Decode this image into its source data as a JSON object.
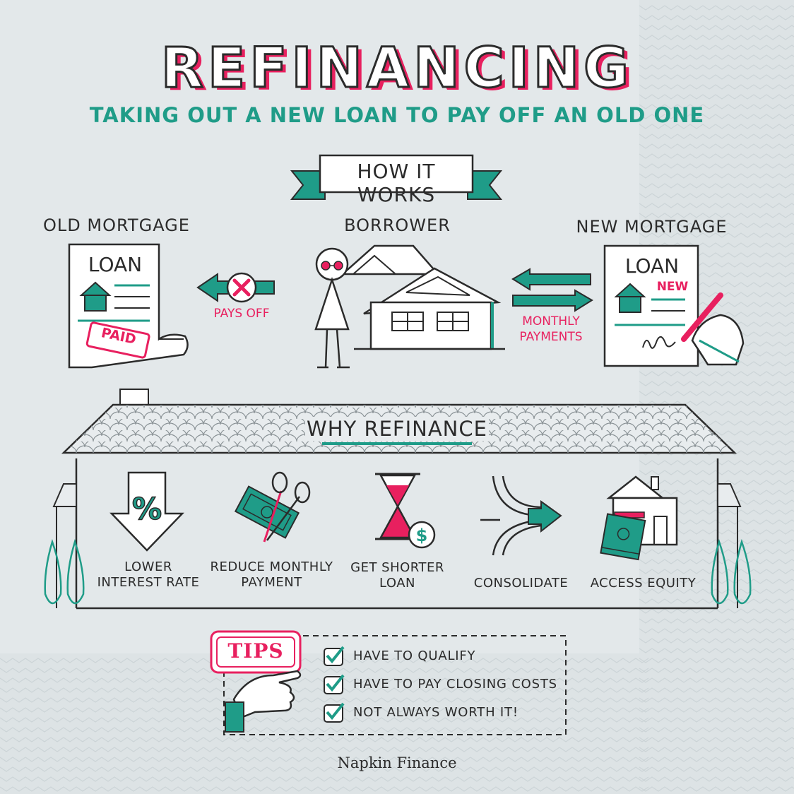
{
  "header": {
    "title": "REFINANCING",
    "subtitle": "TAKING OUT A NEW LOAN TO PAY OFF AN OLD ONE"
  },
  "how_it_works": {
    "banner": "HOW IT WORKS",
    "old_mortgage": {
      "label": "OLD MORTGAGE",
      "doc_title": "LOAN",
      "stamp": "PAID"
    },
    "borrower": {
      "label": "BORROWER"
    },
    "new_mortgage": {
      "label": "NEW MORTGAGE",
      "doc_title": "LOAN",
      "tag": "NEW"
    },
    "pays_off": "PAYS OFF",
    "monthly_payments": [
      "MONTHLY",
      "PAYMENTS"
    ]
  },
  "why_refinance": {
    "heading": "WHY REFINANCE",
    "reasons": [
      {
        "lines": [
          "LOWER",
          "INTEREST RATE"
        ],
        "icon": "percent-arrow-icon"
      },
      {
        "lines": [
          "REDUCE MONTHLY",
          "PAYMENT"
        ],
        "icon": "scissors-cash-icon"
      },
      {
        "lines": [
          "GET SHORTER",
          "LOAN"
        ],
        "icon": "hourglass-dollar-icon"
      },
      {
        "lines": [
          "CONSOLIDATE"
        ],
        "icon": "merge-arrow-icon"
      },
      {
        "lines": [
          "ACCESS EQUITY"
        ],
        "icon": "house-cash-icon"
      }
    ]
  },
  "tips": {
    "label": "TIPS",
    "items": [
      "HAVE TO QUALIFY",
      "HAVE TO PAY CLOSING COSTS",
      "NOT ALWAYS WORTH IT!"
    ]
  },
  "footer": {
    "brand": "Napkin Finance"
  },
  "colors": {
    "teal": "#1f9c88",
    "pink": "#e8205f",
    "ink": "#2b2b2b",
    "napkin": "#e3e8ea"
  }
}
